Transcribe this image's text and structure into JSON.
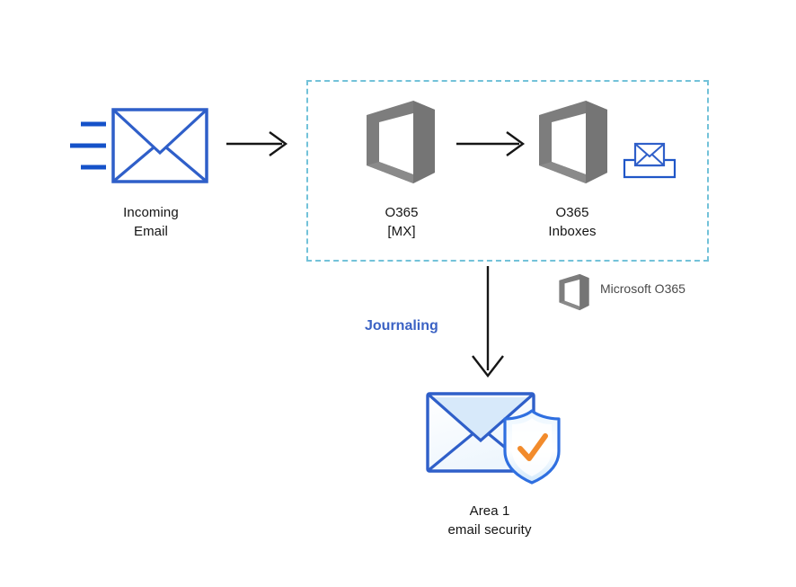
{
  "diagram": {
    "title": "Email routing with Area 1 email security journaling",
    "type": "flow-diagram",
    "background_color": "#ffffff"
  },
  "colors": {
    "envelope_blue": "#2a5bc7",
    "envelope_light_fill": "#eaf2fc",
    "envelope_pale_triangle": "#cfe3f7",
    "office_gray": "#7d7d7d",
    "office_gray_dark": "#6f6f6f",
    "dashed_border": "#73c2d9",
    "arrow_black": "#1a1a1a",
    "journaling_blue": "#3b62c4",
    "shield_blue": "#2f6fe0",
    "shield_fill_light": "#d9ecfb",
    "check_orange": "#f28b2c",
    "text_dark": "#141414",
    "text_gray": "#4a4a4a"
  },
  "nodes": {
    "incoming_email": {
      "icon": "envelope-icon",
      "label_line1": "Incoming",
      "label_line2": "Email",
      "label": "Incoming\nEmail"
    },
    "o365_mx": {
      "icon": "office-365-icon",
      "label_line1": "O365",
      "label_line2": "[MX]",
      "label": "O365\n[MX]"
    },
    "o365_inboxes": {
      "icon": "office-365-icon",
      "label_line1": "O365",
      "label_line2": "Inboxes",
      "label": "O365\nInboxes"
    },
    "inbox_tray": {
      "icon": "inbox-tray-envelope-icon"
    },
    "area1": {
      "icon": "envelope-shield-check-icon",
      "label_line1": "Area 1",
      "label_line2": "email security",
      "label": "Area 1\nemail security"
    }
  },
  "boundary": {
    "name": "o365-boundary",
    "style": "dashed"
  },
  "connectors": {
    "incoming_to_mx": {
      "label": "",
      "direction": "right"
    },
    "mx_to_inboxes": {
      "label": "",
      "direction": "right"
    },
    "inboxes_to_area1": {
      "label": "Journaling",
      "direction": "down"
    }
  },
  "legend": {
    "icon": "office-365-icon",
    "label": "Microsoft O365"
  }
}
